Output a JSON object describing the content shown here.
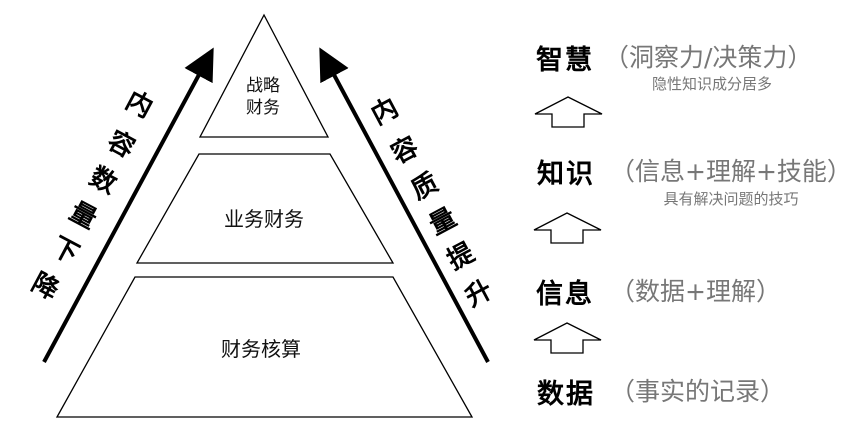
{
  "pyramid": {
    "levels": [
      {
        "line1": "战略",
        "line2": "财务"
      },
      {
        "label": "业务财务"
      },
      {
        "label": "财务核算"
      }
    ]
  },
  "left_arrow_text": [
    "内",
    "容",
    "数",
    "量",
    "下",
    "降"
  ],
  "right_arrow_text": [
    "内",
    "容",
    "质",
    "量",
    "提",
    "升"
  ],
  "hierarchy": [
    {
      "title": "智慧",
      "desc": "（洞察力/决策力）",
      "note": "隐性知识成分居多"
    },
    {
      "title": "知识",
      "desc": "（信息+理解+技能）",
      "note": "具有解决问题的技巧"
    },
    {
      "title": "信息",
      "desc": "（数据+理解）"
    },
    {
      "title": "数据",
      "desc": "（事实的记录）"
    }
  ]
}
